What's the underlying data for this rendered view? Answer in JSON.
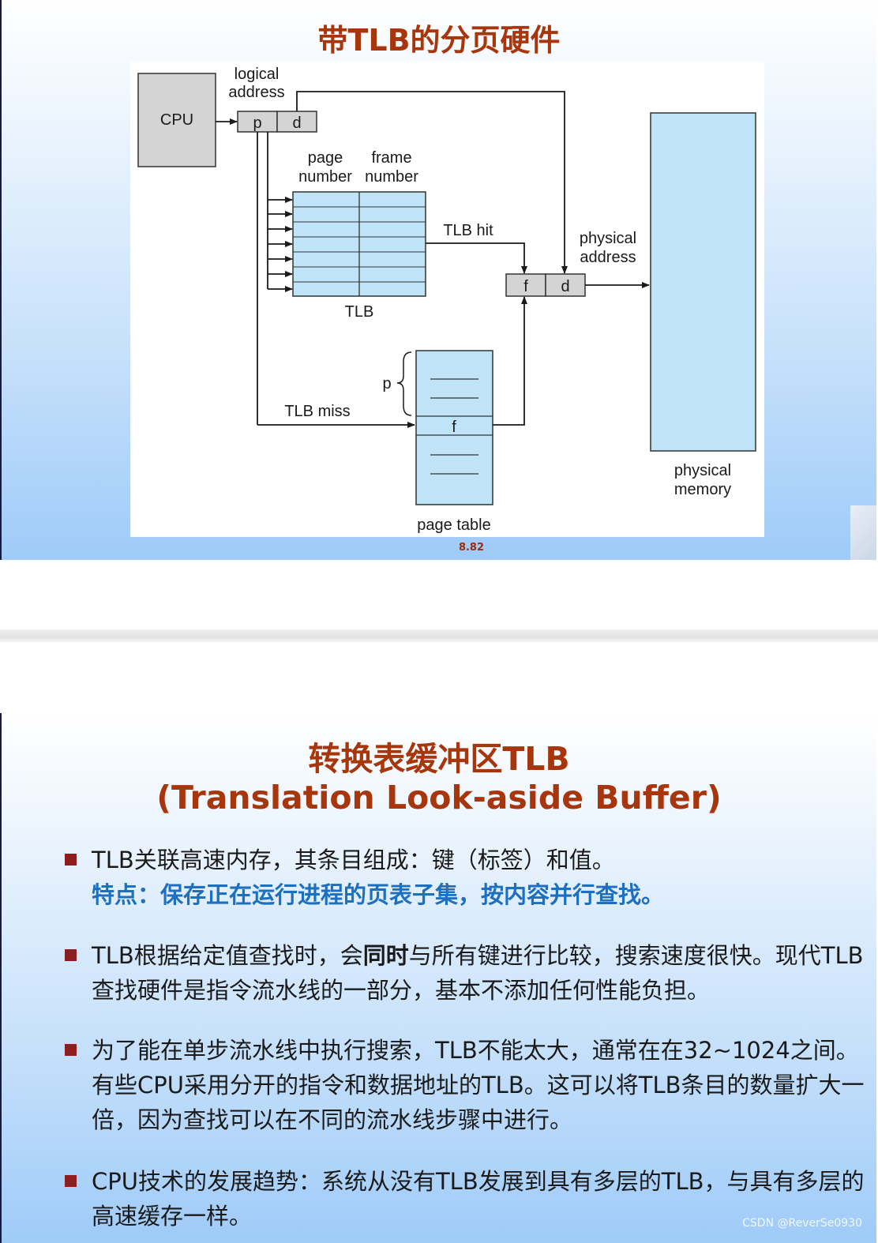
{
  "slide1": {
    "title": "带TLB的分页硬件",
    "page_number": "8.82",
    "diagram": {
      "cpu": "CPU",
      "logical_line1": "logical",
      "logical_line2": "address",
      "p": "p",
      "d": "d",
      "page_hdr": "page",
      "number_hdr1": "number",
      "frame_hdr": "frame",
      "number_hdr2": "number",
      "tlb": "TLB",
      "tlb_hit": "TLB hit",
      "tlb_miss": "TLB miss",
      "physical_line1": "physical",
      "address_line": "address",
      "f": "f",
      "d2": "d",
      "pt_p": "p",
      "pt_f": "f",
      "page_table": "page table",
      "mem_line1": "physical",
      "mem_line2": "memory"
    }
  },
  "slide2": {
    "title_line1": "转换表缓冲区TLB",
    "title_line2": "(Translation Look-aside Buffer)",
    "bullet1": {
      "text": "TLB关联高速内存，其条目组成：键（标签）和值。",
      "highlight": "特点：保存正在运行进程的页表子集，按内容并行查找。"
    },
    "bullet2": {
      "before": "TLB根据给定值查找时，会",
      "bold": "同时",
      "after": "与所有键进行比较，搜索速度很快。现代TLB查找硬件是指令流水线的一部分，基本不添加任何性能负担。"
    },
    "bullet3": "为了能在单步流水线中执行搜索，TLB不能太大，通常在在32~1024之间。有些CPU采用分开的指令和数据地址的TLB。这可以将TLB条目的数量扩大一倍，因为查找可以在不同的流水线步骤中进行。",
    "bullet4": "CPU技术的发展趋势：系统从没有TLB发展到具有多层的TLB，与具有多层的高速缓存一样。"
  },
  "watermark": "CSDN @ReverSe0930"
}
